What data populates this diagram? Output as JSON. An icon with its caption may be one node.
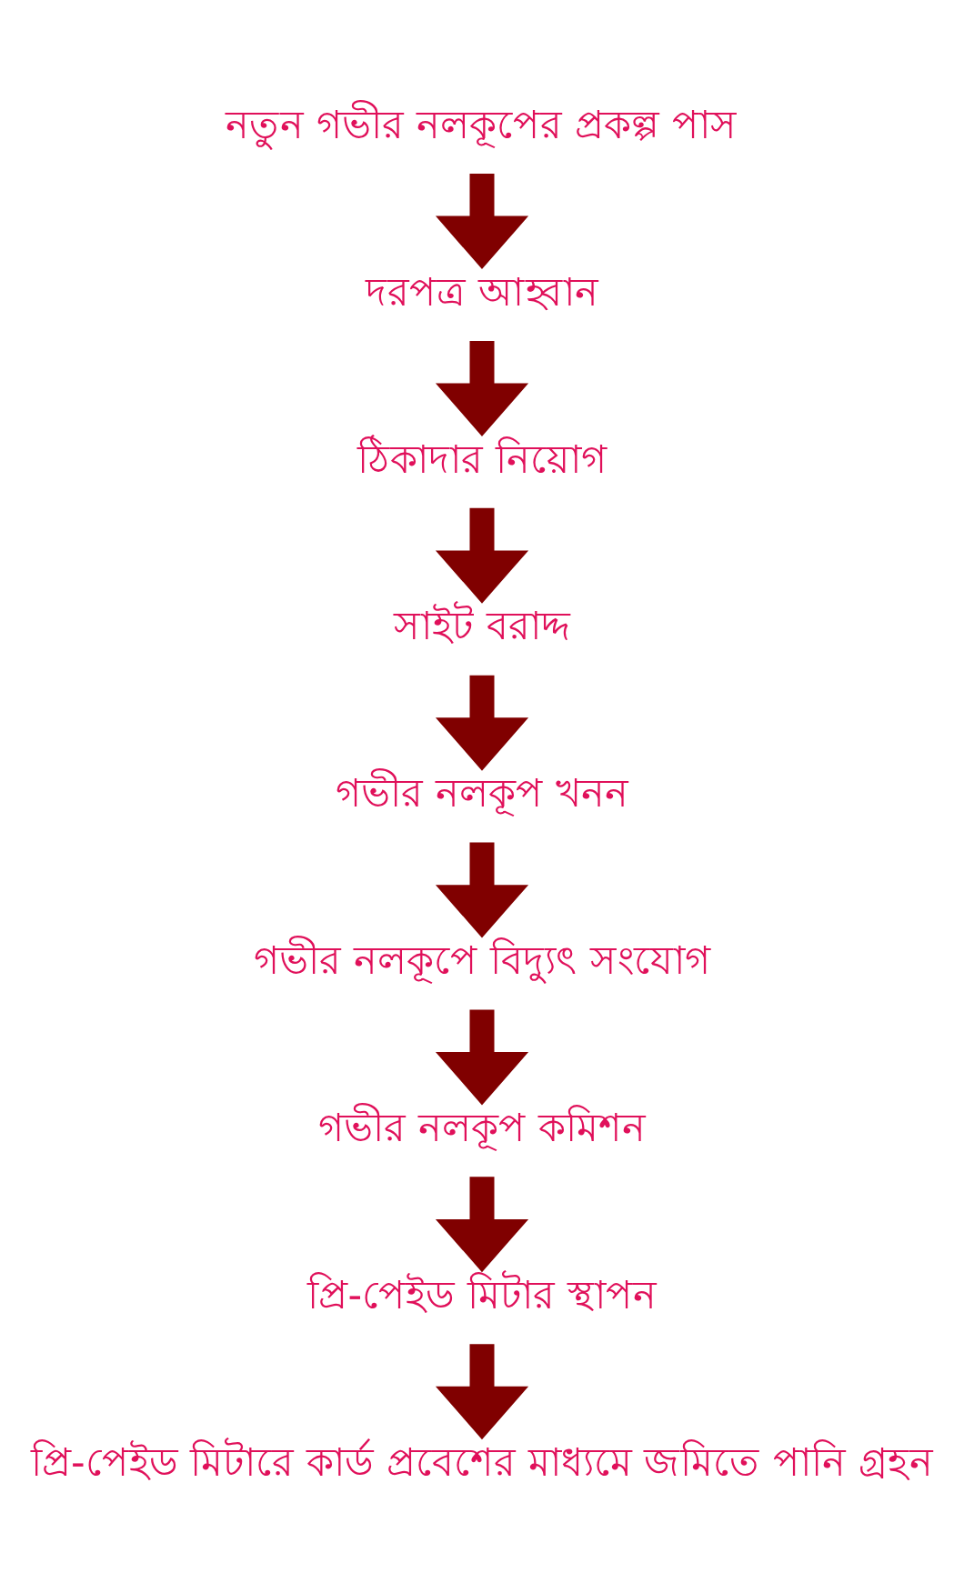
{
  "diagram": {
    "nodes": [
      {
        "text": [
          "নতুন গভীর নলকূপের প্রকল্প পাস"
        ]
      },
      {
        "text": [
          "দরপত্র আহ্বান"
        ]
      },
      {
        "text": [
          "ঠিকাদার নিয়োগ"
        ]
      },
      {
        "text": [
          "সাইট বরাদ্দ"
        ]
      },
      {
        "text": [
          "গভীর নলকূপ খনন"
        ]
      },
      {
        "text": [
          "গভীর নলকূপে বিদ্যুৎ সংযোগ"
        ]
      },
      {
        "text": [
          "গভীর নলকূপ কমিশন"
        ]
      },
      {
        "text": [
          "প্রি-পেইড মিটার স্থাপন"
        ]
      },
      {
        "text": [
          "প্রি-পেইড মিটারে কার্ড প্রবেশের মাধ্যমে জমিতে পানি গ্রহন"
        ]
      }
    ],
    "edges": [
      {
        "from": 0,
        "to": 1,
        "arrow": "to"
      },
      {
        "from": 1,
        "to": 2,
        "arrow": "to"
      },
      {
        "from": 2,
        "to": 3,
        "arrow": "to"
      },
      {
        "from": 3,
        "to": 4,
        "arrow": "to"
      },
      {
        "from": 4,
        "to": 5,
        "arrow": "to"
      },
      {
        "from": 5,
        "to": 6,
        "arrow": "to"
      },
      {
        "from": 6,
        "to": 7,
        "arrow": "to"
      },
      {
        "from": 7,
        "to": 8,
        "arrow": "to"
      }
    ]
  }
}
